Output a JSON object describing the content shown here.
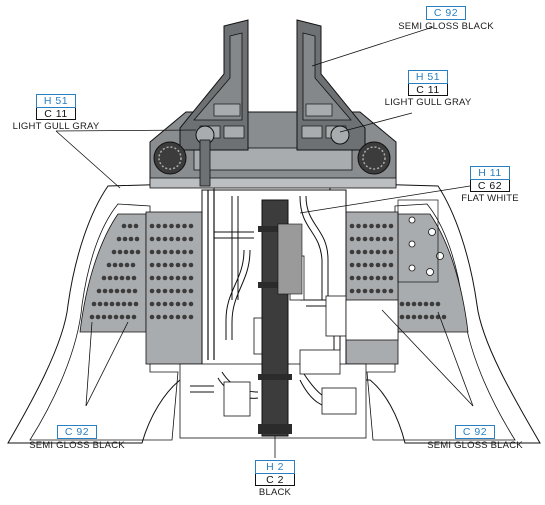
{
  "callouts": [
    {
      "id": "top-right",
      "h": "",
      "c": "C 92",
      "name": "SEMI GLOSS BLACK"
    },
    {
      "id": "upper-right",
      "h": "H 51",
      "c": "C 11",
      "name": "LIGHT GULL GRAY"
    },
    {
      "id": "upper-left",
      "h": "H 51",
      "c": "C 11",
      "name": "LIGHT GULL GRAY"
    },
    {
      "id": "mid-right",
      "h": "H 11",
      "c": "C 62",
      "name": "FLAT WHITE"
    },
    {
      "id": "bottom-left",
      "h": "",
      "c": "C 92",
      "name": "SEMI GLOSS BLACK"
    },
    {
      "id": "bottom-right",
      "h": "",
      "c": "C 92",
      "name": "SEMI GLOSS BLACK"
    },
    {
      "id": "bottom-center",
      "h": "H 2",
      "c": "C 2",
      "name": "BLACK"
    }
  ],
  "colors": {
    "gull_gray": "#a9acae",
    "semi_gloss_black": "#3c3c3c",
    "black": "#2b2b2b",
    "flat_white": "#ffffff",
    "outline": "#111111",
    "callout_blue": "#2a7fc0"
  }
}
